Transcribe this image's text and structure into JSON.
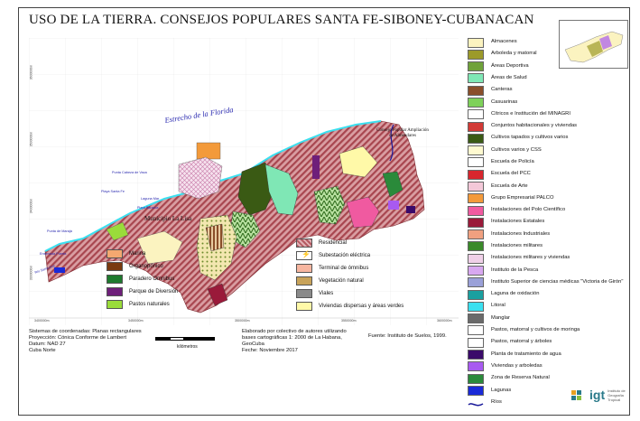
{
  "title": "USO DE LA TIERRA. CONSEJOS POPULARES SANTA FE-SIBONEY-CUBANACAN",
  "map": {
    "sea_label": "Estrecho de la Florida",
    "municipio_label": "Municipio La Lisa",
    "consejo_label": "Consejo Popular Ampliación de Almendares",
    "place_labels": [
      "Punta Cabeza de Vaca",
      "Playa Santa Fe",
      "Laguna Mar",
      "Punta de Marajá",
      "Ensenada Puerta",
      "Río Santa Ana",
      "Playa Baracoa"
    ],
    "grid_left": [
      "3600000m",
      "3500000m",
      "3400000m",
      "3300000m"
    ],
    "grid_bottom": [
      "3400000m",
      "3450000m",
      "3500000m",
      "3550000m",
      "3600000m"
    ]
  },
  "legend_inside": {
    "left": [
      {
        "label": "Marina",
        "color": "#f4a870"
      },
      {
        "label": "Organopónico",
        "color": "#7a3a10"
      },
      {
        "label": "Paradero Omnibus",
        "color": "#1e7a2e"
      },
      {
        "label": "Parque de Diversión",
        "color": "#6e1f7a"
      },
      {
        "label": "Pastos naturales",
        "color": "#9adc3a"
      }
    ],
    "right": [
      {
        "label": "Residencial",
        "color": "#b55a62"
      },
      {
        "label": "Subestación eléctrica",
        "color": "#ffffff"
      },
      {
        "label": "Terminal de ómnibus",
        "color": "#f7b6a0"
      },
      {
        "label": "Vegetación natural",
        "color": "#c8a35a"
      },
      {
        "label": "Viales",
        "color": "#8a8a8a"
      },
      {
        "label": "Viviendas dispersas y áreas verdes",
        "color": "#fff9a8"
      }
    ]
  },
  "legend_right": [
    {
      "label": "Almacenes",
      "color": "#fbf3c0"
    },
    {
      "label": "Arboleda y matorral",
      "color": "#9c9a2a"
    },
    {
      "label": "Áreas Deportiva",
      "color": "#6fa23a"
    },
    {
      "label": "Áreas de Salud",
      "color": "#7fe7b5"
    },
    {
      "label": "Canteras",
      "color": "#8a4e2a"
    },
    {
      "label": "Casuarinas",
      "color": "#7ed15a"
    },
    {
      "label": "Cítricos e Institución del MINAGRI",
      "color": "#ffffff"
    },
    {
      "label": "Conjuntos habitacionales y viviendas",
      "color": "#d23a36"
    },
    {
      "label": "Cultivos tapados y cultivos varios",
      "color": "#3a5a14"
    },
    {
      "label": "Cultivos varios y CSS",
      "color": "#fffad0"
    },
    {
      "label": "Escuela de Policía",
      "color": "#ffffff"
    },
    {
      "label": "Escuela del PCC",
      "color": "#d8262e"
    },
    {
      "label": "Escuela de Arte",
      "color": "#f3c8d8"
    },
    {
      "label": "Grupo Empresarial PALCO",
      "color": "#f39a3a"
    },
    {
      "label": "Instalaciones del Polo Científico",
      "color": "#f05aa0"
    },
    {
      "label": "Instalaciones Estatales",
      "color": "#9a1a3a"
    },
    {
      "label": "Instalaciones Industriales",
      "color": "#f0a080"
    },
    {
      "label": "Instalaciones militares",
      "color": "#3a8a2a"
    },
    {
      "label": "Instalaciones militares y viviendas",
      "color": "#f0d0e8"
    },
    {
      "label": "Instituto de la Pesca",
      "color": "#d8a8f0"
    },
    {
      "label": "Instituto Superior de ciencias médicas \"Victoria de Girón\"",
      "color": "#9aa0d8"
    },
    {
      "label": "Laguna de oxidación",
      "color": "#1aa0a0"
    },
    {
      "label": "Litoral",
      "color": "#3ae0f0"
    },
    {
      "label": "Manglar",
      "color": "#6a6a6a"
    },
    {
      "label": "Pastos, matorral y cultivos de moringa",
      "color": "#ffffff"
    },
    {
      "label": "Pastos, matorral y árboles",
      "color": "#ffffff"
    },
    {
      "label": "Planta de tratamiento de agua",
      "color": "#3a0a6a"
    },
    {
      "label": "Viviendas y arboledas",
      "color": "#a85af0"
    },
    {
      "label": "Zona de Reserva Natural",
      "color": "#2a8a3a"
    },
    {
      "label": "Lagunas",
      "color": "#1a2ad8"
    },
    {
      "label": "Ríos",
      "color": "#1a1a9a"
    }
  ],
  "footer": {
    "sistemas": [
      "Sistemas de coordenadas: Planas rectangulares",
      "Proyección: Cónica Conforme de Lambert",
      "Datum: NAD 27",
      "Cuba Norte"
    ],
    "elaborado": [
      "Elaborado por colectivo de autores utilizando",
      "bases cartográficas 1: 2000 de La Habana,",
      "GeoCuba",
      "Feche: Noviembre 2017"
    ],
    "fuente": "Fuente: Instituto de Suelos, 1999.",
    "scale_label": "kilómetros"
  },
  "logo": {
    "text": "igt",
    "sub": "Instituto de Geografía Tropical"
  }
}
